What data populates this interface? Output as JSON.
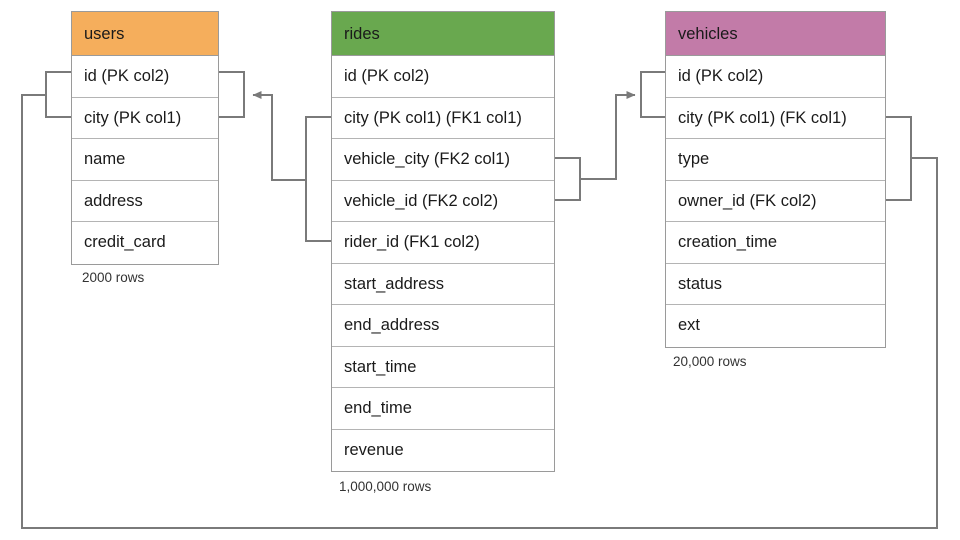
{
  "diagram": {
    "title": "ride-sharing schema ER diagram",
    "background": "#ffffff",
    "wire_color": "#7a7a7a"
  },
  "tables": [
    {
      "id": "users",
      "name": "users",
      "header_color": "#f5ae5c",
      "row_count_label": "2000 rows",
      "columns": [
        {
          "label": "id (PK col2)"
        },
        {
          "label": "city (PK col1)"
        },
        {
          "label": "name"
        },
        {
          "label": "address"
        },
        {
          "label": "credit_card"
        }
      ]
    },
    {
      "id": "rides",
      "name": "rides",
      "header_color": "#69a84f",
      "row_count_label": "1,000,000 rows",
      "columns": [
        {
          "label": "id (PK col2)"
        },
        {
          "label": "city (PK col1) (FK1 col1)"
        },
        {
          "label": "vehicle_city (FK2 col1)"
        },
        {
          "label": "vehicle_id (FK2 col2)"
        },
        {
          "label": "rider_id (FK1 col2)"
        },
        {
          "label": "start_address"
        },
        {
          "label": "end_address"
        },
        {
          "label": "start_time"
        },
        {
          "label": "end_time"
        },
        {
          "label": "revenue"
        }
      ]
    },
    {
      "id": "vehicles",
      "name": "vehicles",
      "header_color": "#c27ba8",
      "row_count_label": "20,000 rows",
      "columns": [
        {
          "label": "id (PK col2)"
        },
        {
          "label": "city (PK col1) (FK col1)"
        },
        {
          "label": "type"
        },
        {
          "label": "owner_id (FK col2)"
        },
        {
          "label": "creation_time"
        },
        {
          "label": "status"
        },
        {
          "label": "ext"
        }
      ]
    }
  ],
  "relationships": [
    {
      "id": "rides-fk1-users",
      "from_table": "rides",
      "from_columns": [
        "city (PK col1) (FK1 col1)",
        "rider_id (FK1 col2)"
      ],
      "to_table": "users",
      "to_columns": [
        "id (PK col2)",
        "city (PK col1)"
      ],
      "direction": "rides-to-users"
    },
    {
      "id": "rides-fk2-vehicles",
      "from_table": "rides",
      "from_columns": [
        "vehicle_city (FK2 col1)",
        "vehicle_id (FK2 col2)"
      ],
      "to_table": "vehicles",
      "to_columns": [
        "id (PK col2)",
        "city (PK col1) (FK col1)"
      ],
      "direction": "rides-to-vehicles"
    },
    {
      "id": "vehicles-fk-users",
      "from_table": "vehicles",
      "from_columns": [
        "city (PK col1) (FK col1)",
        "owner_id (FK col2)"
      ],
      "to_table": "users",
      "to_columns": [
        "id (PK col2)",
        "city (PK col1)"
      ],
      "direction": "vehicles-to-users"
    }
  ]
}
